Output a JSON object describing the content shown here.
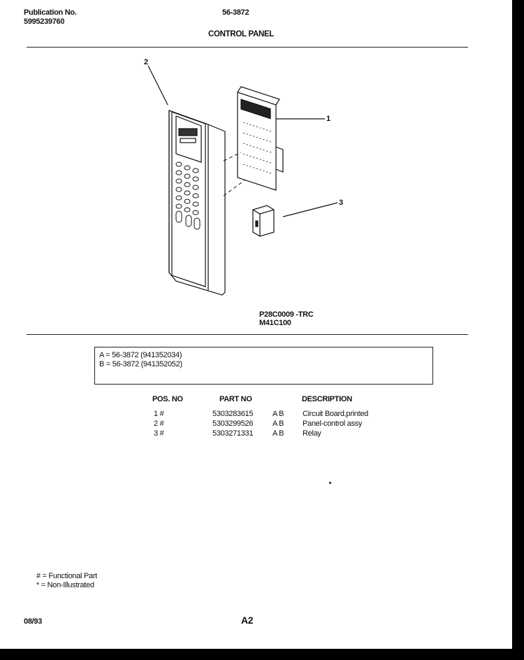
{
  "header": {
    "publication_label": "Publication No.",
    "publication_number": "5995239760",
    "model": "56-3872",
    "section_title": "CONTROL PANEL"
  },
  "diagram": {
    "callouts": [
      "2",
      "1",
      "3"
    ],
    "figure_codes": [
      "P28C0009 -TRC",
      "M41C100"
    ]
  },
  "models": [
    "A = 56-3872 (941352034)",
    "B = 56-3872 (941352052)"
  ],
  "parts_table": {
    "headers": {
      "pos": "POS. NO",
      "part": "PART NO",
      "desc": "DESCRIPTION"
    },
    "rows": [
      {
        "pos": "1 #",
        "part": "5303283615",
        "models": "A B",
        "desc": "Circuit Board,printed"
      },
      {
        "pos": "2 #",
        "part": "5303299526",
        "models": "A B",
        "desc": "Panel-control assy"
      },
      {
        "pos": "3 #",
        "part": "5303271331",
        "models": "A B",
        "desc": "Relay"
      }
    ]
  },
  "footnotes": [
    "# = Functional Part",
    "* = Non-Illustrated"
  ],
  "footer": {
    "date": "08/93",
    "page": "A2"
  }
}
